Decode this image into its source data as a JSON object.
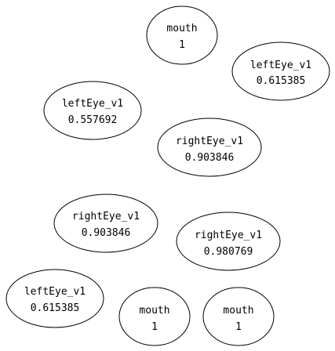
{
  "colors": {
    "background": "#ffffff",
    "node_stroke": "#000000",
    "text": "#000000"
  },
  "nodes": [
    {
      "label": "mouth",
      "value": "1"
    },
    {
      "label": "leftEye_v1",
      "value": "0.615385"
    },
    {
      "label": "leftEye_v1",
      "value": "0.557692"
    },
    {
      "label": "rightEye_v1",
      "value": "0.903846"
    },
    {
      "label": "rightEye_v1",
      "value": "0.903846"
    },
    {
      "label": "rightEye_v1",
      "value": "0.980769"
    },
    {
      "label": "leftEye_v1",
      "value": "0.615385"
    },
    {
      "label": "mouth",
      "value": "1"
    },
    {
      "label": "mouth",
      "value": "1"
    }
  ]
}
